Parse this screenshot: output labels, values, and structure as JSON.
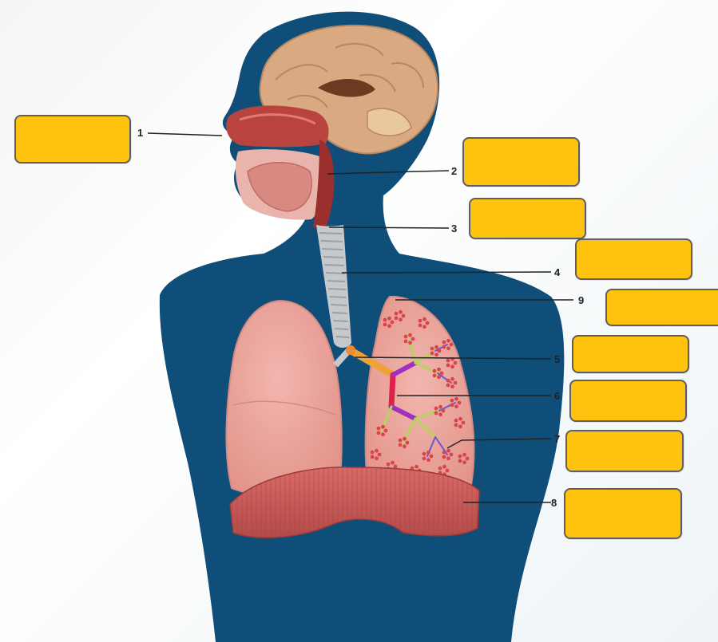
{
  "diagram": {
    "labels": [
      {
        "number": "1",
        "answer": ""
      },
      {
        "number": "2",
        "answer": ""
      },
      {
        "number": "3",
        "answer": ""
      },
      {
        "number": "4",
        "answer": ""
      },
      {
        "number": "9",
        "answer": ""
      },
      {
        "number": "5",
        "answer": ""
      },
      {
        "number": "6",
        "answer": ""
      },
      {
        "number": "7",
        "answer": ""
      },
      {
        "number": "8",
        "answer": ""
      }
    ]
  },
  "colors": {
    "body": "#0f4e79",
    "lung": "#e8a098",
    "lung_outline": "#d48a82",
    "diaphragm": "#c65a57",
    "trachea": "#c5c9cc",
    "answer_box": "#ffc20e",
    "brain": "#d9aa82"
  },
  "icons": [
    "respiratory-system-illustration"
  ]
}
